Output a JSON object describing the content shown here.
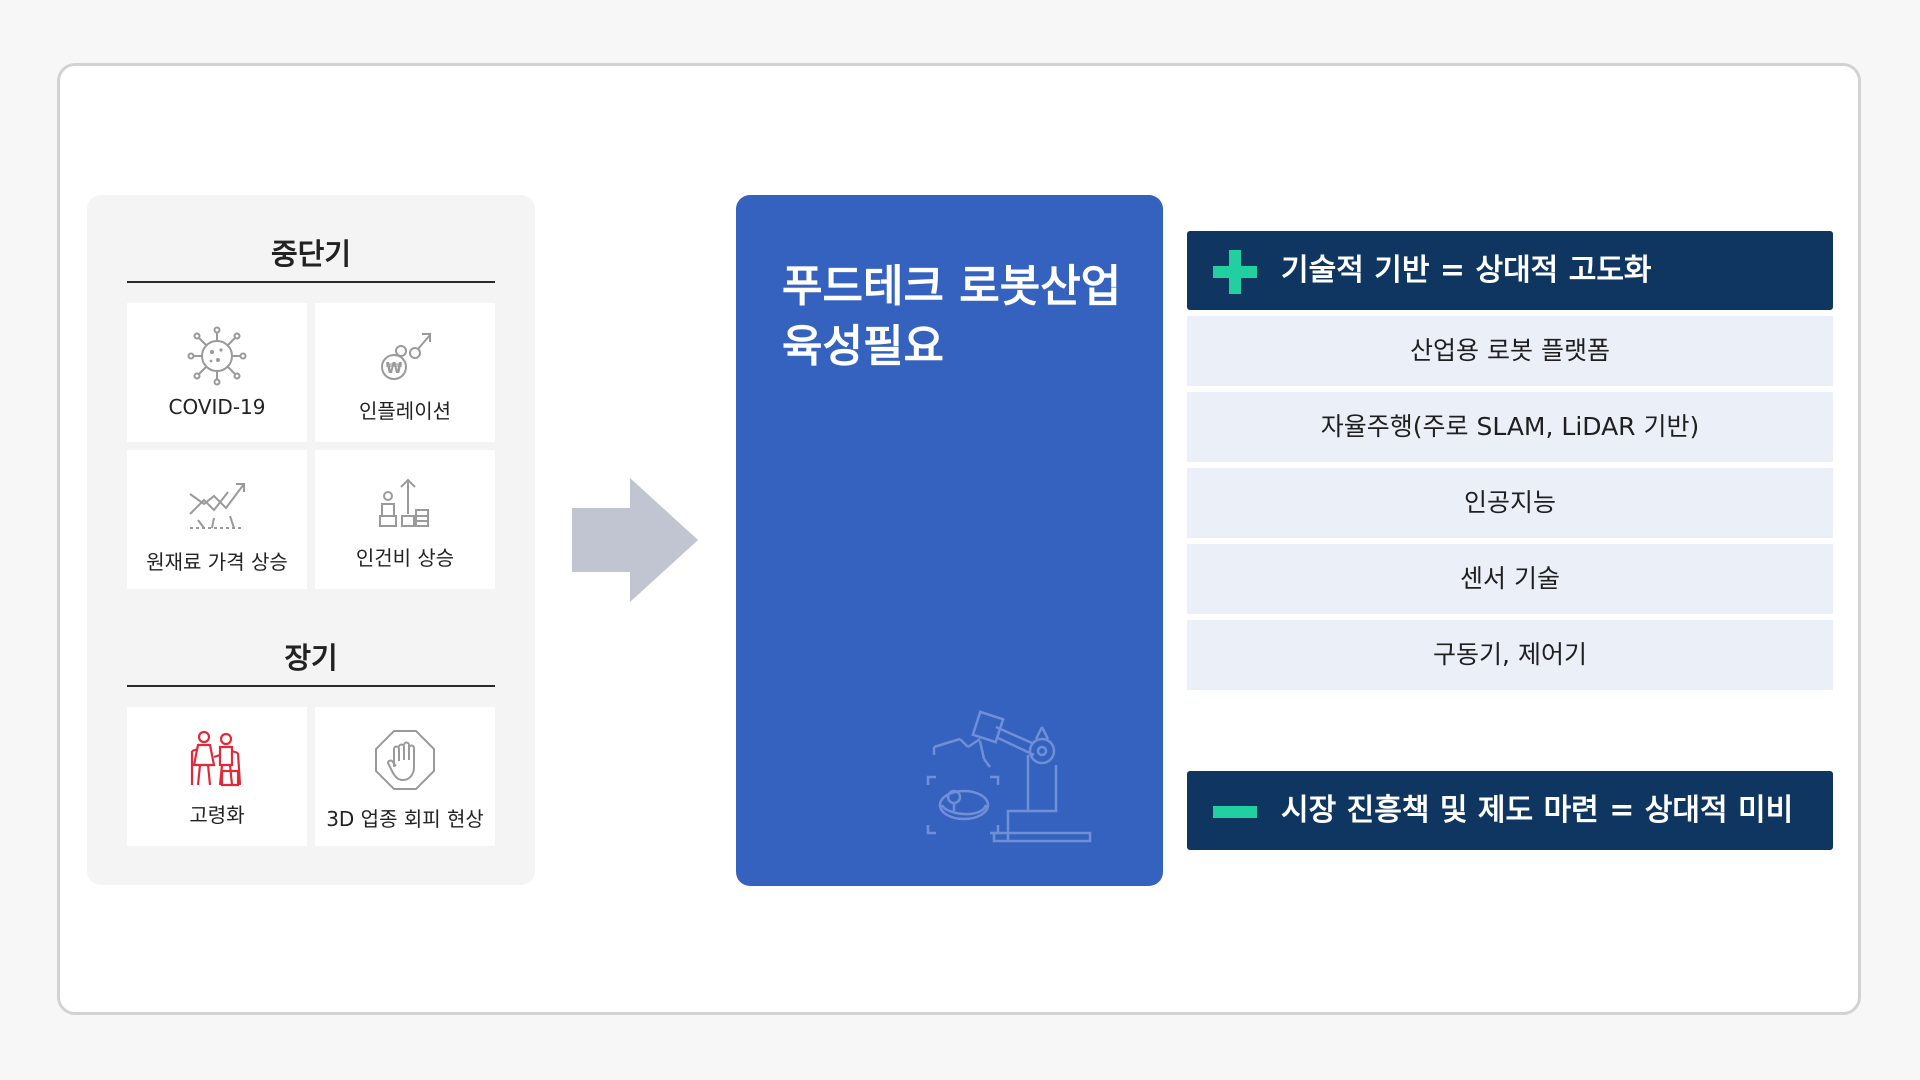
{
  "left_panel": {
    "sections": [
      {
        "title": "중단기",
        "cards": [
          {
            "label": "COVID-19",
            "icon": "virus-icon"
          },
          {
            "label": "인플레이션",
            "icon": "inflation-icon"
          },
          {
            "label": "원재료 가격 상승",
            "icon": "price-rise-chart-icon"
          },
          {
            "label": "인건비 상승",
            "icon": "labor-cost-icon"
          }
        ]
      },
      {
        "title": "장기",
        "cards": [
          {
            "label": "고령화",
            "icon": "elderly-icon"
          },
          {
            "label": "3D 업종 회피 현상",
            "icon": "stop-hand-icon"
          }
        ]
      }
    ]
  },
  "center": {
    "title_line1": "푸드테크 로봇산업",
    "title_line2": "육성필요",
    "icon": "robot-arm-icon"
  },
  "right": {
    "plus_header": {
      "text": "기술적 기반 = 상대적 고도화",
      "icon": "plus-icon"
    },
    "tech_items": [
      "산업용 로봇 플랫폼",
      "자율주행(주로 SLAM, LiDAR 기반)",
      "인공지능",
      "센서 기술",
      "구동기, 제어기"
    ],
    "minus_header": {
      "text": "시장 진흥책 및 제도 마련 = 상대적 미비",
      "icon": "minus-icon"
    }
  },
  "colors": {
    "blue_box": "#3562bf",
    "navy_header": "#0f3660",
    "accent_green": "#22cfa0",
    "arrow": "#c0c5d1",
    "item_bg": "#eaeff8",
    "elderly_icon": "#e02a3a"
  }
}
